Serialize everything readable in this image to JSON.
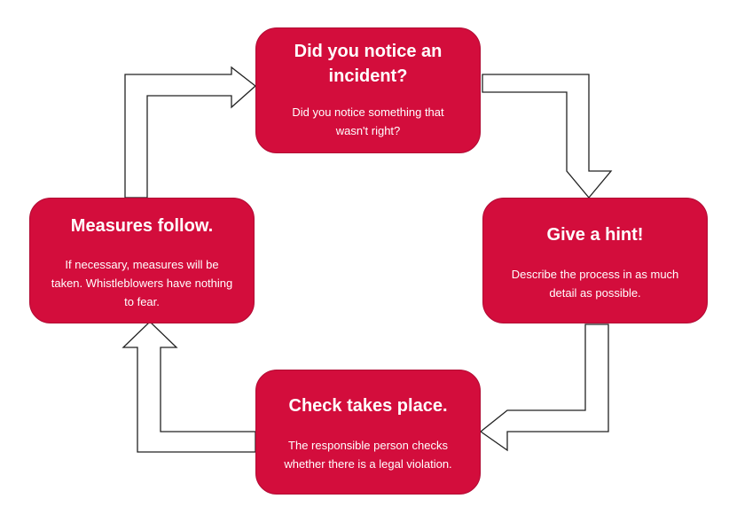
{
  "steps": [
    {
      "title": "Did you notice an incident?",
      "description": "Did you notice something that wasn't right?"
    },
    {
      "title": "Give a hint!",
      "description": "Describe the process in as much detail as possible."
    },
    {
      "title": "Check takes place.",
      "description": "The responsible person checks whether there is a legal violation."
    },
    {
      "title": "Measures follow.",
      "description": "If necessary, measures will be taken. Whistleblowers have nothing to fear."
    }
  ],
  "colors": {
    "box_fill": "#d30d3c",
    "box_text": "#ffffff",
    "arrow_stroke": "#222222",
    "arrow_fill": "#ffffff"
  }
}
